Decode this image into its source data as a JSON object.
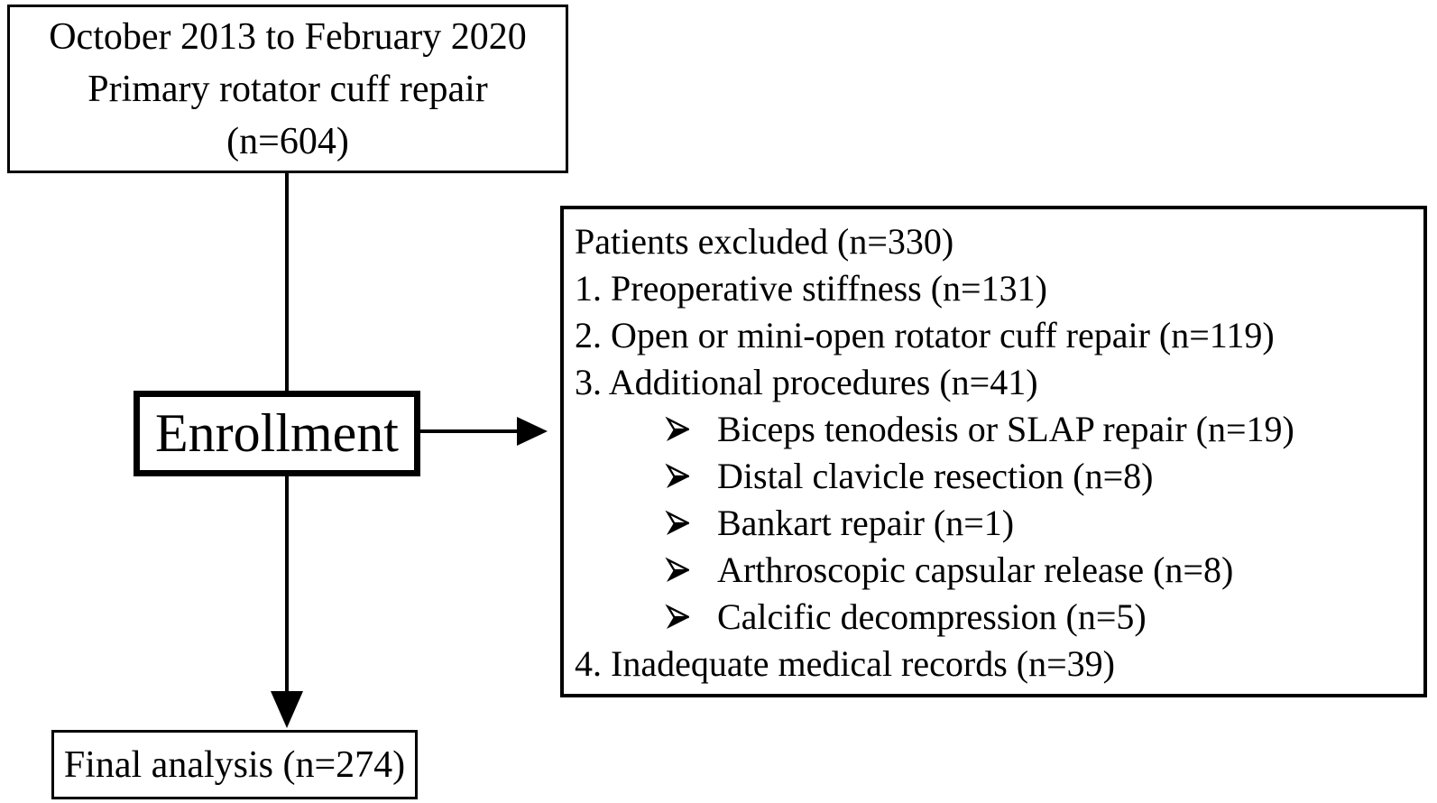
{
  "figure": {
    "type": "flowchart",
    "background_color": "#ffffff",
    "line_color": "#000000",
    "boxes": {
      "source": {
        "lines": [
          "October 2013 to February 2020",
          "Primary rotator cuff repair",
          "(n=604)"
        ],
        "n": 604
      },
      "enrollment": {
        "label": "Enrollment"
      },
      "excluded": {
        "title": "Patients excluded (n=330)",
        "n": 330,
        "bullet_glyph": "➢",
        "items": [
          {
            "text": "1. Preoperative stiffness (n=131)",
            "level": 1,
            "n": 131
          },
          {
            "text": "2. Open or mini-open rotator cuff repair (n=119)",
            "level": 1,
            "n": 119
          },
          {
            "text": "3. Additional procedures (n=41)",
            "level": 1,
            "n": 41
          },
          {
            "text": "Biceps tenodesis or SLAP repair (n=19)",
            "level": 2,
            "n": 19
          },
          {
            "text": "Distal clavicle resection (n=8)",
            "level": 2,
            "n": 8
          },
          {
            "text": "Bankart repair (n=1)",
            "level": 2,
            "n": 1
          },
          {
            "text": "Arthroscopic capsular release (n=8)",
            "level": 2,
            "n": 8
          },
          {
            "text": "Calcific decompression (n=5)",
            "level": 2,
            "n": 5
          },
          {
            "text": "4. Inadequate medical records (n=39)",
            "level": 1,
            "n": 39
          }
        ]
      },
      "final": {
        "label": "Final analysis (n=274)",
        "n": 274
      }
    }
  }
}
